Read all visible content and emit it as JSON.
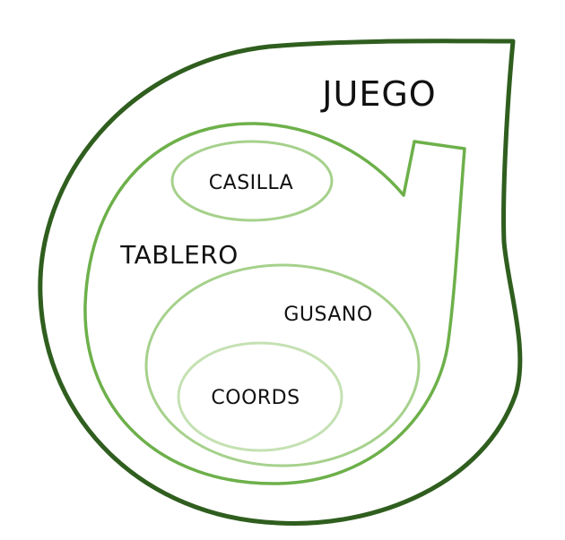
{
  "diagram": {
    "nodes": {
      "juego": {
        "label": "JUEGO",
        "color": "#2f5e1e"
      },
      "tablero": {
        "label": "TABLERO",
        "color": "#6db04a"
      },
      "casilla": {
        "label": "CASILLA",
        "color": "#a6d18c"
      },
      "gusano": {
        "label": "GUSANO",
        "color": "#a6d18c"
      },
      "coords": {
        "label": "COORDS",
        "color": "#c5e1b3"
      }
    }
  }
}
